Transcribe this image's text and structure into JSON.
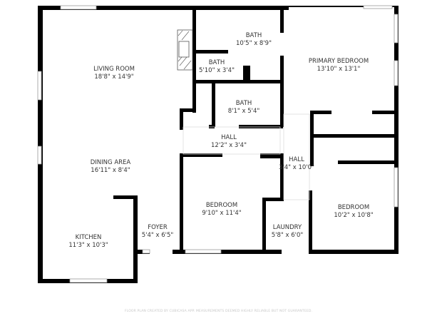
{
  "rooms": [
    {
      "name": "LIVING ROOM",
      "size": "18'8\" x 14'9\""
    },
    {
      "name": "BATH",
      "size": "10'5\" x 8'9\""
    },
    {
      "name": "BATH",
      "size": "5'10\" x 3'4\""
    },
    {
      "name": "BATH",
      "size": "8'1\" x 5'4\""
    },
    {
      "name": "PRIMARY BEDROOM",
      "size": "13'10\" x 13'1\""
    },
    {
      "name": "HALL",
      "size": "12'2\" x 3'4\""
    },
    {
      "name": "DINING AREA",
      "size": "16'11\" x 8'4\""
    },
    {
      "name": "HALL",
      "size": "3'4\" x 10'0\""
    },
    {
      "name": "BEDROOM",
      "size": "9'10\" x 11'4\""
    },
    {
      "name": "BEDROOM",
      "size": "10'2\" x 10'8\""
    },
    {
      "name": "FOYER",
      "size": "5'4\" x 6'5\""
    },
    {
      "name": "LAUNDRY",
      "size": "5'8\" x 6'0\""
    },
    {
      "name": "KITCHEN",
      "size": "11'3\" x 10'3\""
    }
  ],
  "footer": "FLOOR PLAN CREATED BY CUBICASA APP. MEASUREMENTS DEEMED HIGHLY RELIABLE BUT NOT GUARANTEED.",
  "colors": {
    "wall": "#000000",
    "label": "#333333"
  }
}
